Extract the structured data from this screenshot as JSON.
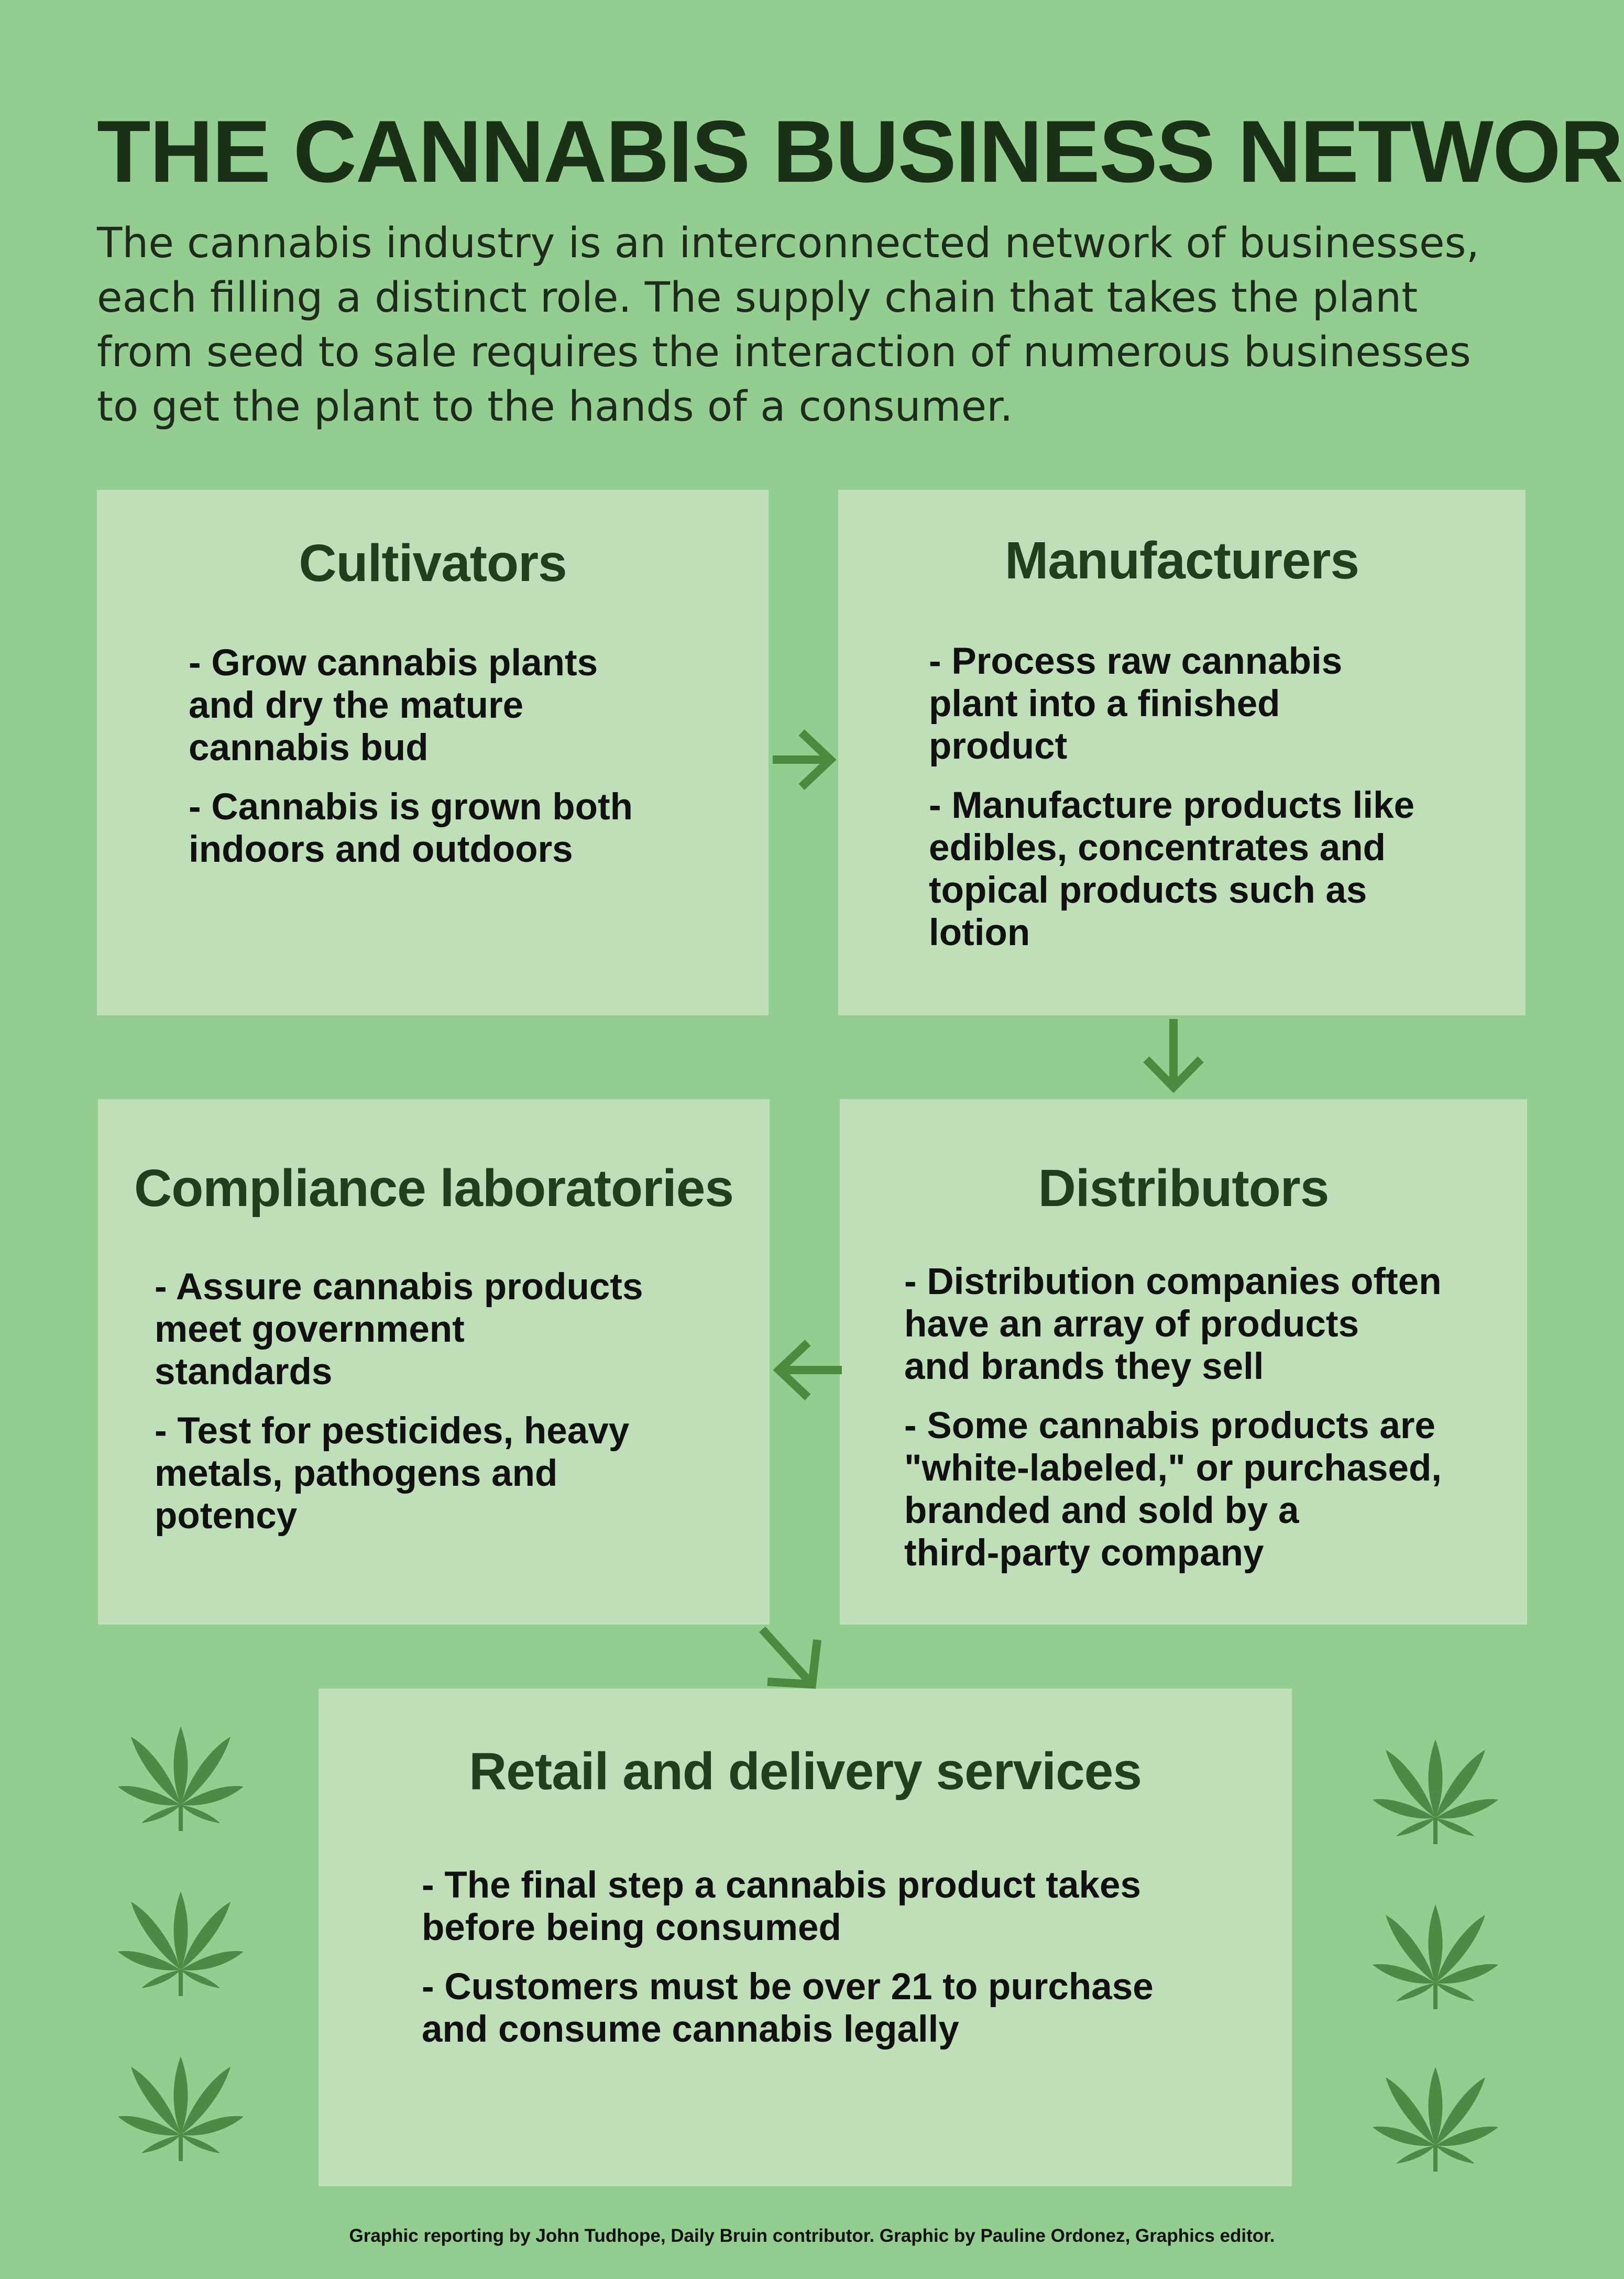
{
  "title": "THE CANNABIS BUSINESS NETWORK",
  "intro_lines": [
    "The cannabis industry is an interconnected network of businesses,",
    "each filling a distinct role. The supply chain that takes the plant",
    "from seed to sale requires the interaction of numerous businesses",
    "to get the plant to the hands of a consumer."
  ],
  "cultivators": {
    "title": "Cultivators",
    "b1": [
      "- Grow cannabis plants",
      "and dry the mature",
      "cannabis bud"
    ],
    "b2": [
      "- Cannabis is grown both",
      "indoors and outdoors"
    ]
  },
  "manufacturers": {
    "title": "Manufacturers",
    "b1": [
      "- Process raw cannabis",
      "plant into a finished",
      "product"
    ],
    "b2": [
      "- Manufacture products like",
      "edibles, concentrates and",
      "topical products such as",
      "lotion"
    ]
  },
  "distributors": {
    "title": "Distributors",
    "b1": [
      "- Distribution companies often",
      "have an array of products",
      "and brands they sell"
    ],
    "b2": [
      "- Some cannabis products are",
      "\"white-labeled,\" or purchased,",
      "branded and sold by a",
      "third-party company"
    ]
  },
  "compliance": {
    "title": "Compliance laboratories",
    "b1": [
      "- Assure cannabis products",
      "meet government",
      "standards"
    ],
    "b2": [
      "- Test for pesticides, heavy",
      "metals, pathogens and",
      "potency"
    ]
  },
  "retail": {
    "title": "Retail and delivery services",
    "b1": [
      "- The final step a cannabis product takes",
      "before being consumed"
    ],
    "b2": [
      "- Customers must be over 21 to purchase",
      "and consume cannabis legally"
    ]
  },
  "credit": "Graphic reporting by John Tudhope, Daily Bruin contributor. Graphic by Pauline Ordonez, Graphics editor.",
  "colors": {
    "background": "#93cd8f",
    "box": "#bfdfb9",
    "arrow": "#4b8a3f",
    "leaf": "#4e8a45",
    "title": "#1a3118"
  },
  "icons": [
    "arrow-right-icon",
    "arrow-down-icon",
    "arrow-left-icon",
    "arrow-down-right-icon",
    "cannabis-leaf-icon"
  ]
}
